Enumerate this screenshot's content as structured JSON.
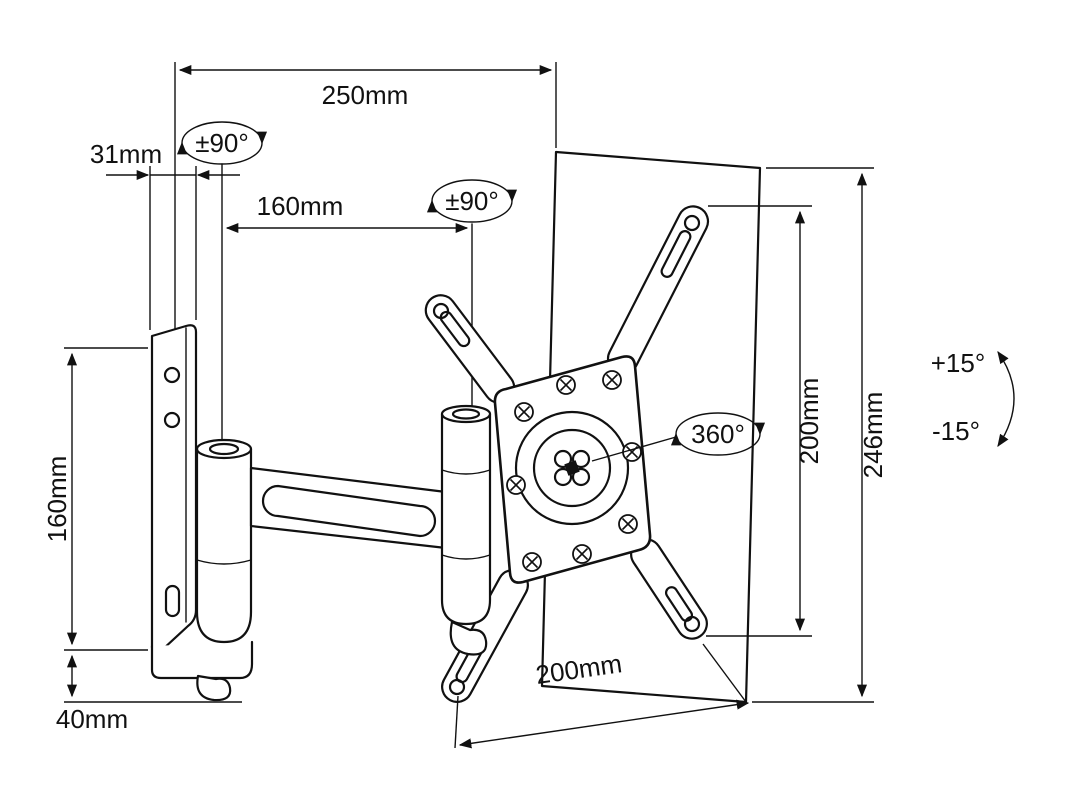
{
  "diagram": {
    "background": "#ffffff",
    "line_color": "#111111"
  },
  "labels": {
    "dim_250": "250mm",
    "dim_31": "31mm",
    "dim_160_arm": "160mm",
    "swivel_1": "±90°",
    "swivel_2": "±90°",
    "rotation": "360°",
    "dim_200_right": "200mm",
    "dim_246": "246mm",
    "dim_160_left": "160mm",
    "dim_40": "40mm",
    "dim_200_bottom": "200mm",
    "tilt_up": "+15°",
    "tilt_down": "-15°"
  }
}
